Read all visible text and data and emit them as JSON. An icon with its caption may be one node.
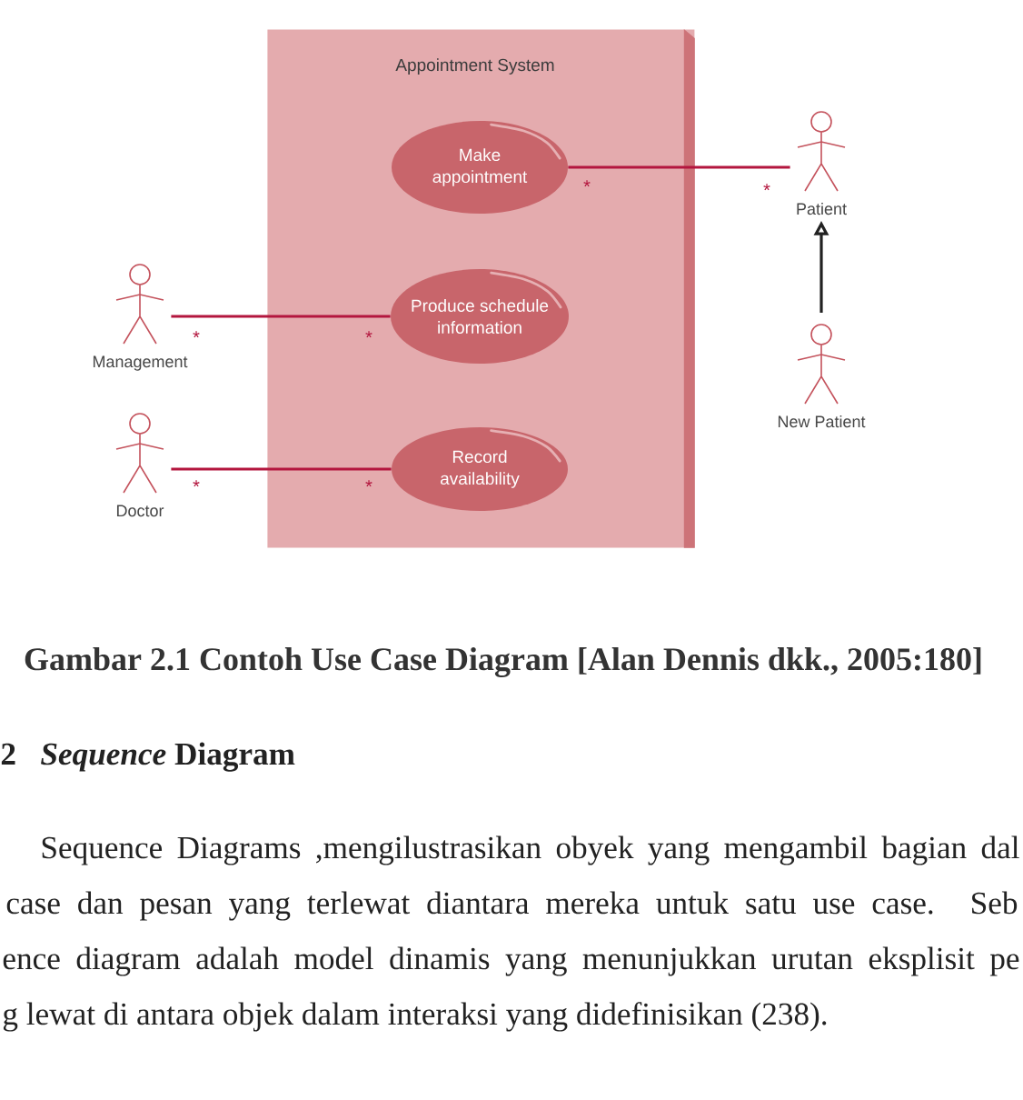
{
  "diagram": {
    "caption": "Gambar 2.1 Contoh Use Case Diagram [Alan Dennis dkk., 2005:180]",
    "nodes": [
      {
        "text": [
          "Appointment System"
        ]
      },
      {
        "text": [
          "Make appointment"
        ],
        "in": 0
      },
      {
        "text": [
          "Produce schedule information"
        ],
        "in": 0
      },
      {
        "text": [
          "Record availability"
        ],
        "in": 0
      },
      {
        "text": [
          "Patient"
        ]
      },
      {
        "text": [
          "Management"
        ]
      },
      {
        "text": [
          "New Patient"
        ]
      },
      {
        "text": [
          "Doctor"
        ]
      }
    ],
    "edges": [
      {
        "from": 1,
        "to": 4,
        "arrow": "none"
      },
      {
        "from": 5,
        "to": 2,
        "arrow": "none"
      },
      {
        "from": 7,
        "to": 3,
        "arrow": "none"
      },
      {
        "from": 6,
        "to": 4,
        "arrow": "to",
        "color": "#222222"
      }
    ],
    "labels": [
      "*",
      "*",
      "*",
      "*",
      "*",
      "*",
      "2",
      "*Sequence* Diagram",
      "Sequence Diagrams ,mengilustrasikan obyek yang mengambil bagian dal",
      "case dan pesan yang terlewat diantara mereka untuk satu use case. Seb",
      "ence diagram adalah model dinamis yang menunjukkan urutan eksplisit pe",
      "g lewat di antara objek dalam interaksi yang didefinisikan (238)."
    ]
  }
}
